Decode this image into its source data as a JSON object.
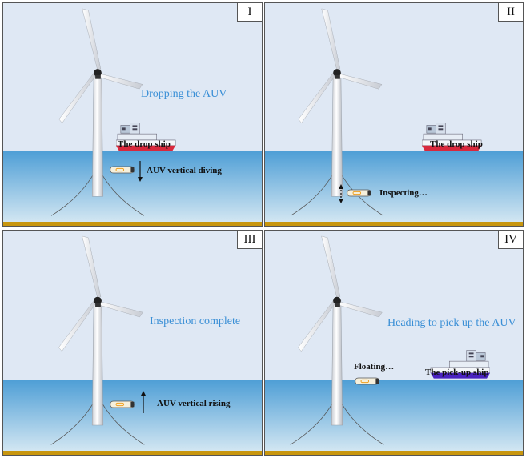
{
  "panels": [
    {
      "id": "I",
      "caption": "Dropping the AUV",
      "ship_label": "The drop ship",
      "auv_label": "AUV vertical diving"
    },
    {
      "id": "II",
      "caption": "",
      "ship_label": "The drop ship",
      "auv_label": "Inspecting…"
    },
    {
      "id": "III",
      "caption": "Inspection complete",
      "ship_label": "",
      "auv_label": "AUV vertical rising"
    },
    {
      "id": "IV",
      "caption": "Heading to pick up the AUV",
      "ship_label": "The pick-up ship",
      "auv_label": "Floating…"
    }
  ],
  "colors": {
    "sky": "#dfe8f4",
    "sea_top": "#5aa6d8",
    "sea_bottom": "#cde3f1",
    "seabed": "#c8960e",
    "caption": "#3a8fd6",
    "drop_ship_hull": "#d8283c",
    "pickup_ship_hull": "#4a22c0",
    "auv_body": "#f6f0dc",
    "auv_stripe": "#f0a020"
  },
  "icons": [
    "wind-turbine-icon",
    "ship-icon",
    "auv-icon",
    "arrow-down-icon",
    "arrow-up-icon",
    "double-arrow-icon"
  ]
}
